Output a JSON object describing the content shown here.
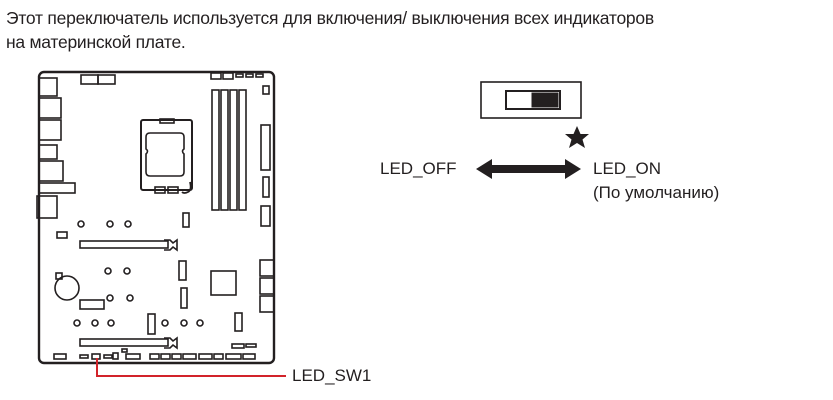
{
  "description": {
    "line1": "Этот переключатель используется для включения/ выключения всех индикаторов",
    "line2": "на материнской плате."
  },
  "diagram": {
    "component_label": "LED_SW1",
    "switch": {
      "off_label": "LED_OFF",
      "on_label": "LED_ON",
      "default_note": "(По умолчанию)",
      "default_position": "LED_ON",
      "default_marker_icon": "star-icon"
    }
  },
  "colors": {
    "leader_line": "#d2232a",
    "ink": "#231f20"
  }
}
